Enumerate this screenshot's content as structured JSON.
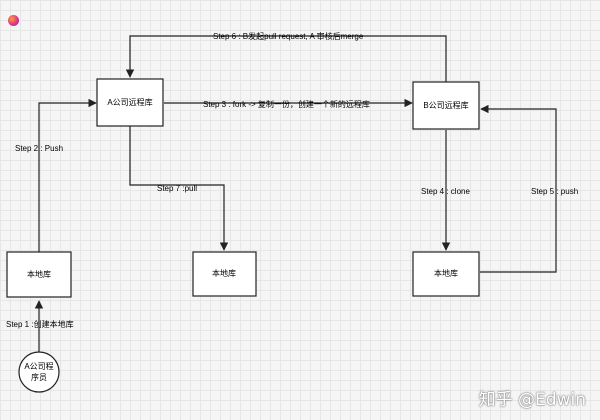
{
  "colors": {
    "stroke": "#222222",
    "box_fill": "#ffffff",
    "background": "#f5f5f5"
  },
  "nodes": {
    "a_remote": "A公司远程库",
    "b_remote": "B公司远程库",
    "local_a": "本地库",
    "local_pull": "本地库",
    "local_b": "本地库",
    "programmer_line1": "A公司程",
    "programmer_line2": "序员"
  },
  "edges": {
    "step1": "Step 1 :创建本地库",
    "step2": "Step 2 : Push",
    "step3": "Step 3 : fork -> 复制一份，创建一个新的远程库",
    "step4": "Step 4 : clone",
    "step5": "Step 5 : push",
    "step6": "Step 6 : B发起pull request, A 审核后merge",
    "step7": "Step 7 :pull"
  },
  "watermark": "知乎 @Edwin"
}
